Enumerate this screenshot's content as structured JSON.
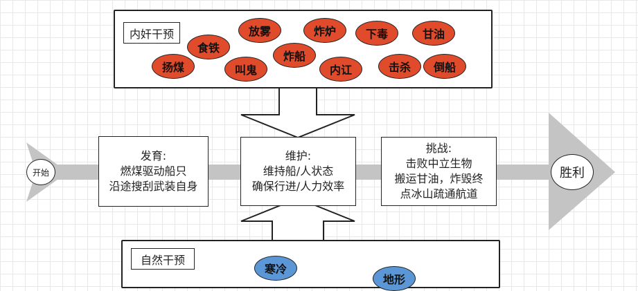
{
  "human_panel": {
    "title": "内奸干预",
    "items": [
      "放雾",
      "炸炉",
      "下毒",
      "甘油",
      "食铁",
      "扬煤",
      "叫鬼",
      "炸船",
      "内讧",
      "击杀",
      "倒船"
    ]
  },
  "nature_panel": {
    "title": "自然干预",
    "items": [
      "寒冷",
      "地形"
    ]
  },
  "start_label": "开始",
  "end_label": "胜利",
  "stages": [
    {
      "title": "发育:",
      "lines": [
        "燃煤驱动船只",
        "沿途搜刮武装自身"
      ]
    },
    {
      "title": "维护:",
      "lines": [
        "维持船/人状态",
        "确保行进/人力效率"
      ]
    },
    {
      "title": "挑战:",
      "lines": [
        "击败中立生物",
        "搬运甘油，炸毁终",
        "点冰山疏通航道"
      ]
    }
  ],
  "colors": {
    "red_oval": "#e04b2c",
    "blue_oval": "#5b97d6",
    "arrow_gray": "#c4c4c4"
  }
}
